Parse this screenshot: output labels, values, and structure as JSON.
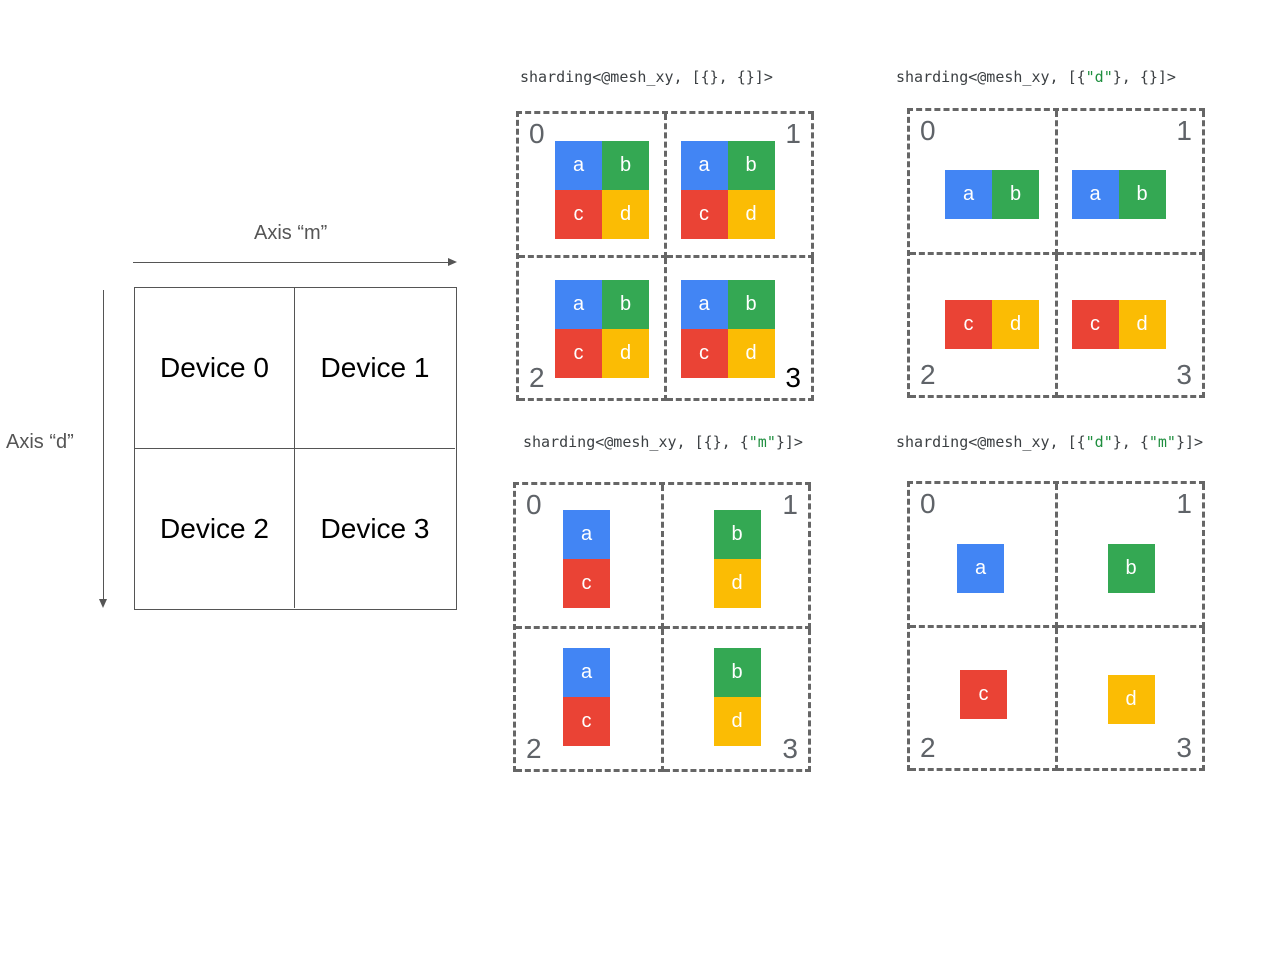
{
  "mesh": {
    "axis_m_label": "Axis “m”",
    "axis_d_label": "Axis “d”",
    "devices": [
      "Device 0",
      "Device 1",
      "Device 2",
      "Device 3"
    ]
  },
  "tiles": {
    "a": "a",
    "b": "b",
    "c": "c",
    "d": "d"
  },
  "device_numbers": [
    "0",
    "1",
    "2",
    "3"
  ],
  "colors": {
    "a": "#4285f4",
    "b": "#34a853",
    "c": "#ea4335",
    "d": "#fbbc04",
    "dash": "#666666"
  },
  "panels": {
    "replicated": {
      "caption_parts": [
        "sharding<@mesh_xy, [{}, {}]>"
      ]
    },
    "split_d": {
      "caption_parts": [
        "sharding<@mesh_xy, [{",
        "\"d\"",
        "}, {}]>"
      ]
    },
    "split_m": {
      "caption_parts": [
        "sharding<@mesh_xy, [{}, {",
        "\"m\"",
        "}]>"
      ]
    },
    "split_dm": {
      "caption_parts": [
        "sharding<@mesh_xy, [{",
        "\"d\"",
        "}, {",
        "\"m\"",
        "}]>"
      ]
    }
  }
}
